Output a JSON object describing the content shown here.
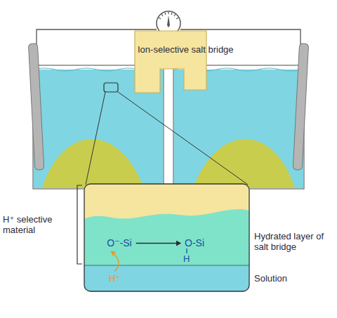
{
  "diagram": {
    "nodes": [
      {
        "text": [
          "Ion-selective salt bridge"
        ]
      },
      {
        "text": [
          "O⁻-Si"
        ]
      },
      {
        "text": [
          "O-Si"
        ]
      },
      {
        "text": [
          "H⁺"
        ]
      }
    ],
    "edges": [
      {
        "from": 1,
        "to": 2,
        "arrow": "to"
      },
      {
        "from": 3,
        "to": 1,
        "arrow": "to"
      }
    ],
    "labels": [
      "H⁺ selective material",
      "H",
      "Hydrated layer of salt bridge",
      "Solution"
    ]
  }
}
